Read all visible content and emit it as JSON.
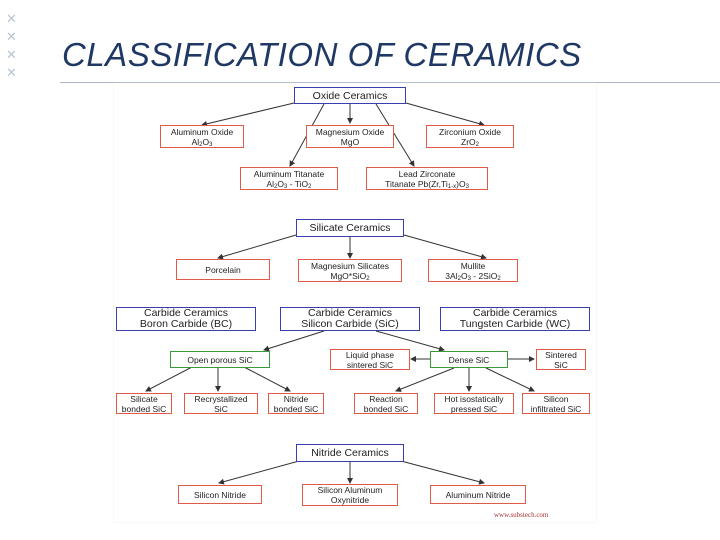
{
  "slide": {
    "title": "CLASSIFICATION OF CERAMICS"
  },
  "colors": {
    "title": "#1f3864",
    "head_border": "#3a3fb0",
    "leaf_border": "#e05a4a",
    "green_border": "#3a9a3a",
    "arrow": "#333333"
  },
  "oxide": {
    "head": "Oxide Ceramics",
    "aluminum_oxide": {
      "name": "Aluminum Oxide",
      "formula": "Al2O3"
    },
    "magnesium_oxide": {
      "name": "Magnesium Oxide",
      "formula": "MgO"
    },
    "zirconium_oxide": {
      "name": "Zirconium Oxide",
      "formula": "ZrO2"
    },
    "aluminum_titanate": {
      "name": "Aluminum Titanate",
      "formula": "Al2O3 - TiO2"
    },
    "lead_zirconate": {
      "name": "Lead Zirconate",
      "formula": "Titanate Pb(Zr,Ti1-x)O3"
    }
  },
  "silicate": {
    "head": "Silicate Ceramics",
    "porcelain": "Porcelain",
    "magnesium_silicates": {
      "name": "Magnesium Silicates",
      "formula": "MgO*SiO2"
    },
    "mullite": {
      "name": "Mullite",
      "formula": "3Al2O3 - 2SiO2"
    }
  },
  "carbide": {
    "boron": {
      "line1": "Carbide Ceramics",
      "line2": "Boron Carbide (BC)"
    },
    "silicon": {
      "line1": "Carbide Ceramics",
      "line2": "Silicon Carbide (SiC)"
    },
    "tungsten": {
      "line1": "Carbide Ceramics",
      "line2": "Tungsten Carbide (WC)"
    },
    "open_porous": "Open porous SiC",
    "liquid_phase": {
      "line1": "Liquid phase",
      "line2": "sintered SiC"
    },
    "dense": "Dense SiC",
    "sintered": {
      "line1": "Sintered",
      "line2": "SiC"
    },
    "silicate_bonded": {
      "line1": "Silicate",
      "line2": "bonded SiC"
    },
    "recrystallized": {
      "line1": "Recrystallized",
      "line2": "SiC"
    },
    "nitride_bonded": {
      "line1": "Nitride",
      "line2": "bonded SiC"
    },
    "reaction_bonded": {
      "line1": "Reaction",
      "line2": "bonded SiC"
    },
    "hot_pressed": {
      "line1": "Hot isostatically",
      "line2": "pressed SiC"
    },
    "silicon_infiltrated": {
      "line1": "Silicon",
      "line2": "infiltrated SiC"
    }
  },
  "nitride": {
    "head": "Nitride Ceramics",
    "silicon_nitride": "Silicon Nitride",
    "silicon_aluminum": {
      "line1": "Silicon Aluminum",
      "line2": "Oxynitride"
    },
    "aluminum_nitride": "Aluminum Nitride"
  },
  "watermark": "www.substech.com"
}
